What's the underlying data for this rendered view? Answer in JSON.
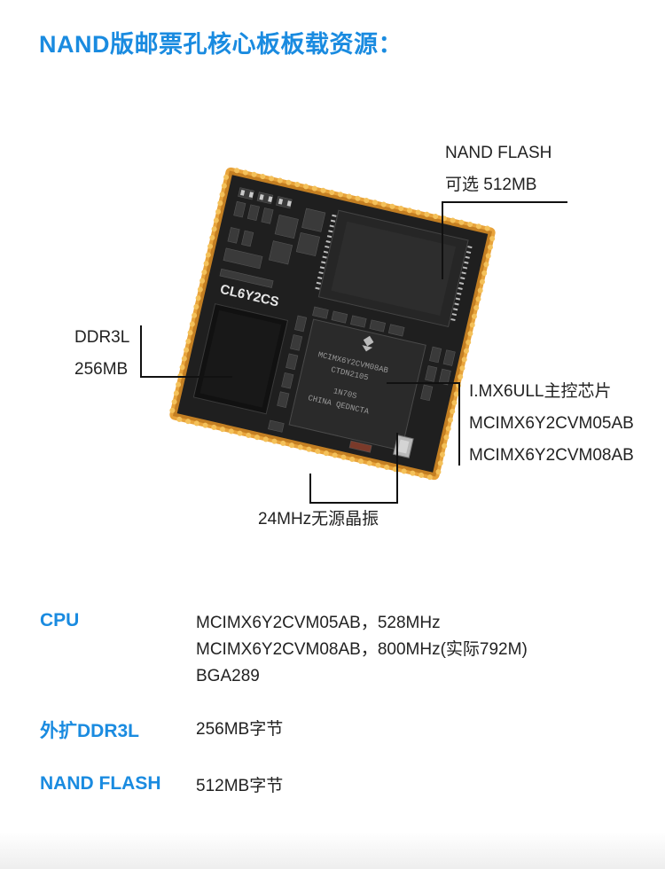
{
  "title": "NAND版邮票孔核心板板载资源：",
  "board": {
    "silk_model": "CL6Y2CS",
    "cpu_marking": [
      "MCIMX6Y2CVM08AB",
      "CTDN2105",
      "1N70S",
      "CHINA QEDNCTA"
    ]
  },
  "callouts": {
    "nand": {
      "line1": "NAND FLASH",
      "line2": "可选 512MB"
    },
    "ddr": {
      "line1": "DDR3L",
      "line2": "256MB"
    },
    "cpu": {
      "line1": "I.MX6ULL主控芯片",
      "line2": "MCIMX6Y2CVM05AB",
      "line3": "MCIMX6Y2CVM08AB"
    },
    "crystal": {
      "line1": "24MHz无源晶振"
    }
  },
  "specs": [
    {
      "key": "CPU",
      "values": [
        "MCIMX6Y2CVM05AB，528MHz",
        "MCIMX6Y2CVM08AB，800MHz(实际792M)",
        "BGA289"
      ]
    },
    {
      "key": "外扩DDR3L",
      "values": [
        "256MB字节"
      ]
    },
    {
      "key": "NAND FLASH",
      "values": [
        "512MB字节"
      ]
    }
  ],
  "colors": {
    "accent": "#1a8be0",
    "pcb": "#1f1f1f",
    "gold": "#e8a33a"
  }
}
